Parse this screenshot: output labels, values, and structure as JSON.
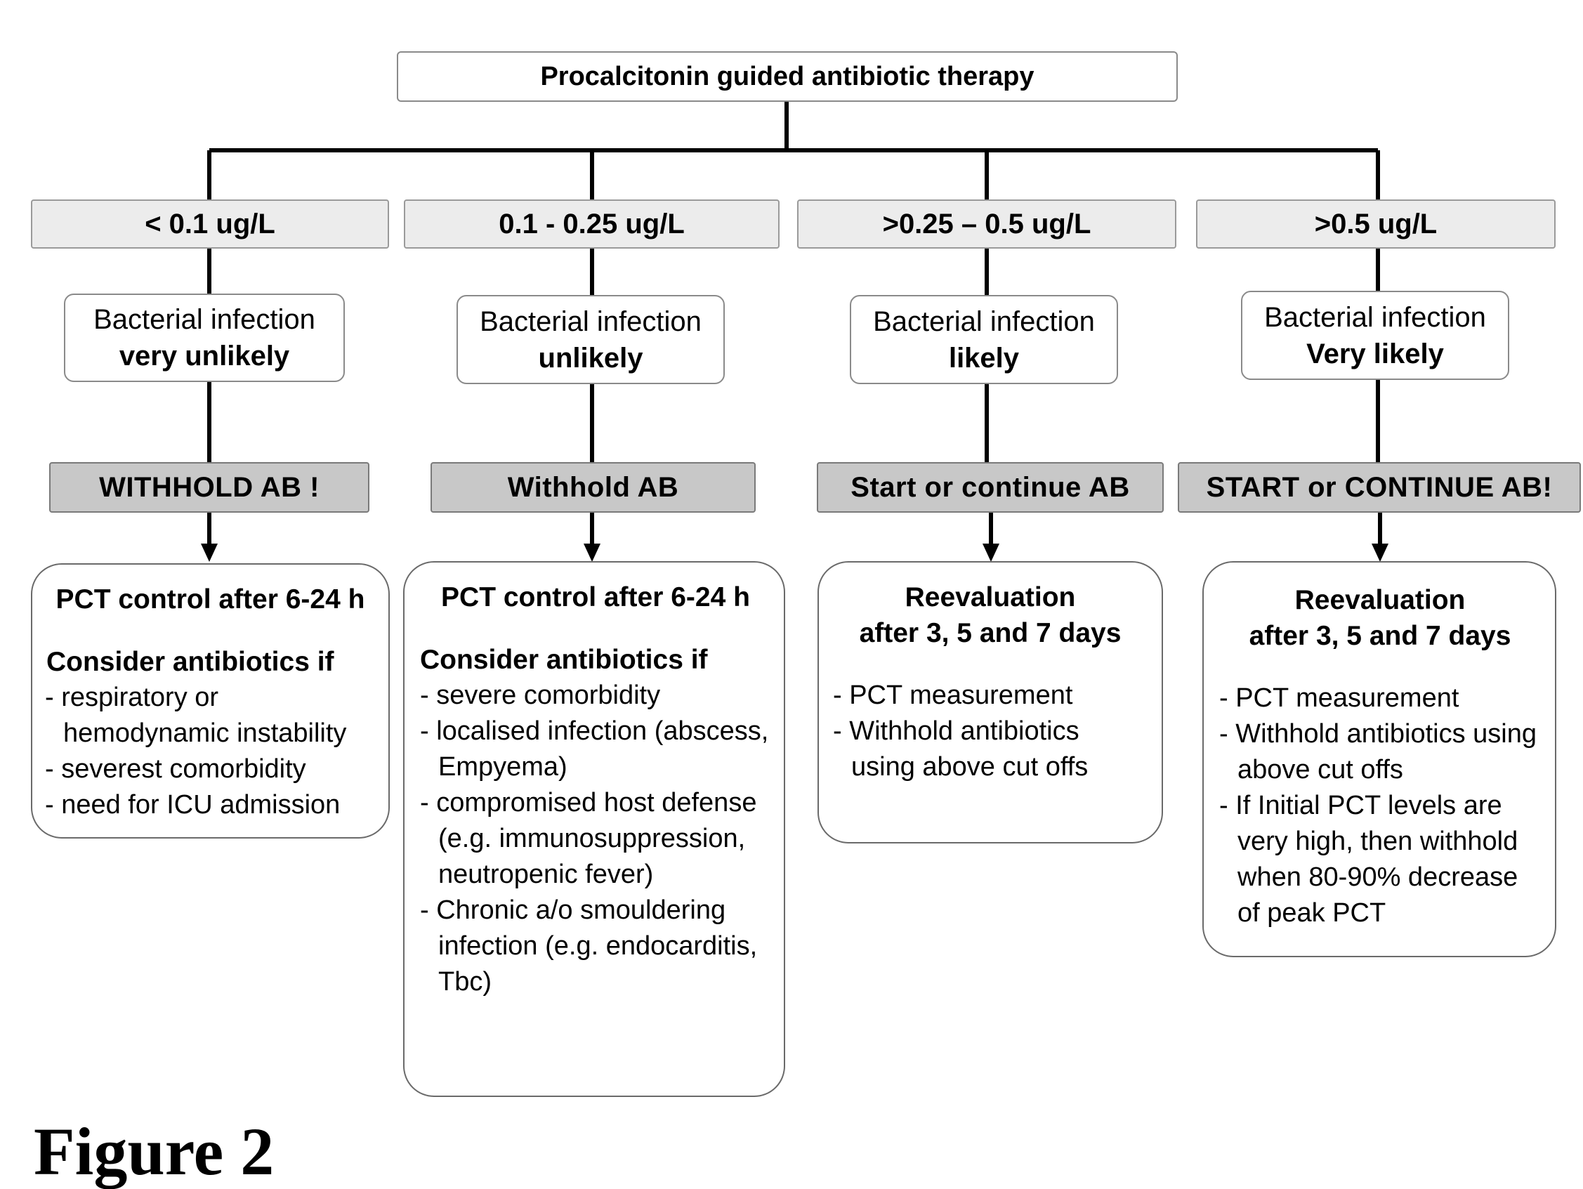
{
  "title": "Procalcitonin guided antibiotic therapy",
  "columns": [
    {
      "range": "< 0.1 ug/L",
      "likelihood_line1": "Bacterial infection",
      "likelihood_line2": "very unlikely",
      "action": "WITHHOLD AB !",
      "detail_heading": "PCT control after 6-24 h",
      "detail_subheading": "Consider antibiotics if",
      "detail_items": [
        "- respiratory or hemodynamic instability",
        "- severest comorbidity",
        "- need for ICU admission"
      ]
    },
    {
      "range": "0.1 - 0.25 ug/L",
      "likelihood_line1": "Bacterial infection",
      "likelihood_line2": "unlikely",
      "action": "Withhold  AB",
      "detail_heading": "PCT control after 6-24 h",
      "detail_subheading": "Consider antibiotics if",
      "detail_items": [
        "- severe comorbidity",
        "- localised infection (abscess, Empyema)",
        "- compromised host defense (e.g. immunosuppression, neutropenic fever)",
        "- Chronic a/o smouldering infection (e.g. endocarditis, Tbc)"
      ]
    },
    {
      "range": ">0.25 – 0.5 ug/L",
      "likelihood_line1": "Bacterial infection",
      "likelihood_line2": "likely",
      "action": "Start or continue AB",
      "detail_heading_line1": "Reevaluation",
      "detail_heading_line2": "after 3, 5 and 7 days",
      "detail_items": [
        "- PCT measurement",
        "- Withhold antibiotics using above cut offs"
      ]
    },
    {
      "range": ">0.5 ug/L",
      "likelihood_line1": "Bacterial infection",
      "likelihood_line2": "Very likely",
      "action": "START or CONTINUE AB!",
      "detail_heading_line1": "Reevaluation",
      "detail_heading_line2": "after 3, 5 and 7 days",
      "detail_items": [
        "- PCT measurement",
        "- Withhold antibiotics using above cut offs",
        "- If Initial PCT levels are very high, then withhold when 80-90% decrease of peak PCT"
      ]
    }
  ],
  "figure_label": "Figure 2"
}
